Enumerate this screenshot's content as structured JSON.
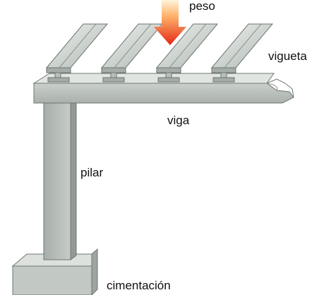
{
  "labels": {
    "peso": "peso",
    "vigueta": "vigueta",
    "viga": "viga",
    "pilar": "pilar",
    "cimentacion": "cimentación"
  },
  "colors": {
    "concrete_light": "#d3d8d4",
    "concrete_mid": "#b9c0bb",
    "concrete_dark": "#8e9590",
    "steel_light": "#e6ebe8",
    "steel_dark": "#9aa39e",
    "arrow_top": "#ffd89c",
    "arrow_bottom": "#e42814"
  },
  "icons": {
    "load_arrow": "arrow-down-icon"
  }
}
